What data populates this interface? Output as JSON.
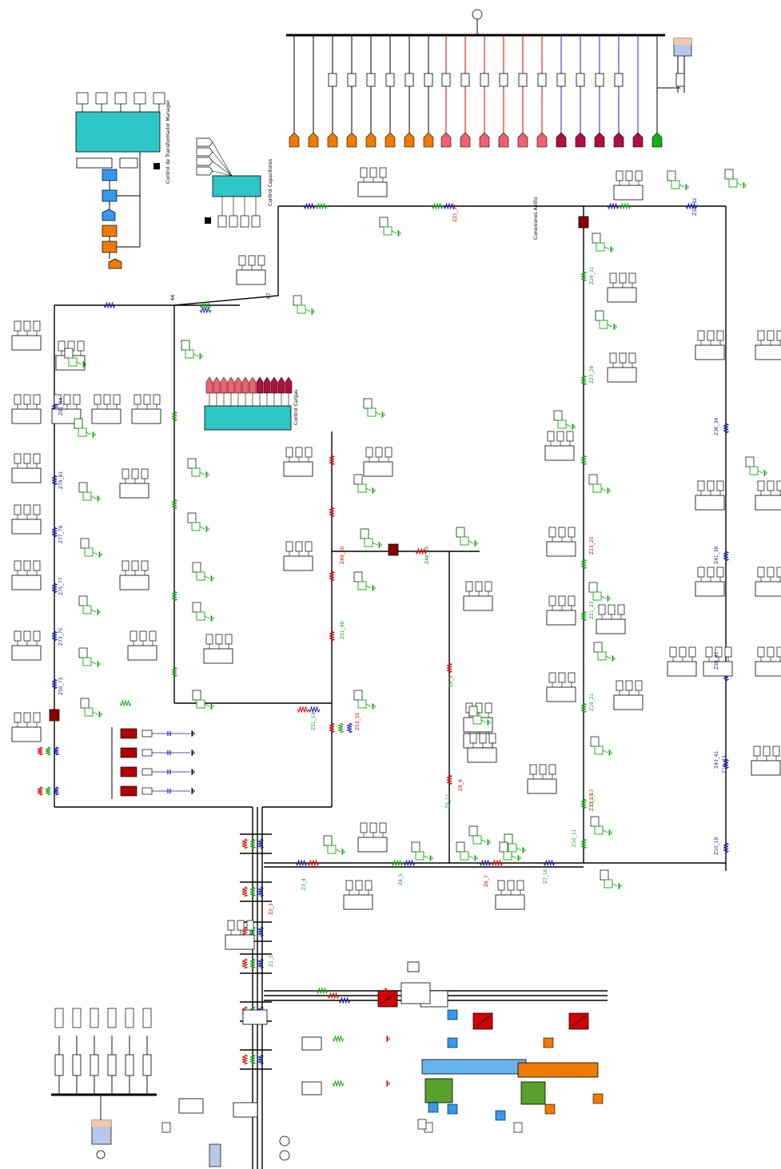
{
  "meter_labels": [
    "66",
    "67",
    "Z1_2",
    "Z2_3",
    "Z3_4",
    "Z4_5",
    "Z6_7",
    "Z7_10",
    "Z10_11",
    "Z10_19",
    "Z19_43",
    "Z34_32",
    "Z21_32",
    "Z29_31",
    "Z27_29",
    "Z23_25",
    "Z21_23",
    "Z19_21",
    "Z13_15",
    "Z11_13",
    "Z9_11",
    "Z8_9",
    "Z6_8",
    "Z48_49",
    "Z49_50",
    "Z51_49",
    "Z51_53",
    "Z53_55",
    "Z56_73",
    "Z73_75",
    "Z75_77",
    "Z77_79",
    "Z79_81",
    "Z81_84",
    "Z36_34",
    "Z41_38",
    "Z38_41",
    "Z43_41"
  ],
  "panel_titles": [
    "Control de Transformador Manager",
    "Control Capacitores",
    "Control Cargas"
  ],
  "right_labels": [
    "Conexiones Anillo"
  ],
  "icons": [
    "ground-icon",
    "breaker-icon",
    "transformer-icon",
    "load-icon",
    "capacitor-icon",
    "generator-icon"
  ],
  "colors": {
    "orange": "#f07a00",
    "cyan": "#2ec6c6",
    "red": "#d40000",
    "maroon": "#b01040",
    "green": "#10b010",
    "blue": "#3399ee",
    "lime": "#5aa02c",
    "wire_red": "#e00000",
    "wire_green": "#10a810",
    "wire_blue": "#1010c0"
  }
}
